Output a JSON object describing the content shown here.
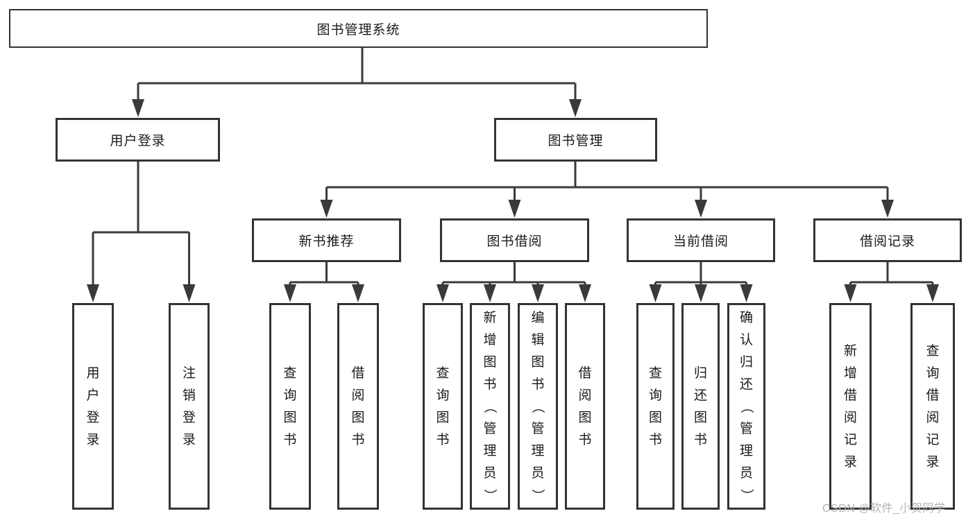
{
  "diagram": {
    "title_node": {
      "label": "图书管理系统"
    },
    "level2": {
      "user_login": {
        "label": "用户登录"
      },
      "book_management": {
        "label": "图书管理"
      }
    },
    "level3": {
      "new_book_recommend": {
        "label": "新书推荐"
      },
      "book_borrow": {
        "label": "图书借阅"
      },
      "current_borrow": {
        "label": "当前借阅"
      },
      "borrow_records": {
        "label": "借阅记录"
      }
    },
    "leaves": {
      "login": [
        "用户登录",
        "注销登录"
      ],
      "newbook": [
        "查询图书",
        "借阅图书"
      ],
      "borrow": [
        "查询图书",
        "新增图书（管理员）",
        "编辑图书（管理员）",
        "借阅图书"
      ],
      "current": [
        "查询图书",
        "归还图书",
        "确认归还（管理员）"
      ],
      "records": [
        "新增借阅记录",
        "查询借阅记录"
      ]
    }
  },
  "watermark": {
    "text": "CSDN @软件_小贺同学"
  },
  "colors": {
    "line": "#3a3a3a",
    "border": "#333333",
    "text": "#1a1a1a",
    "bg": "#ffffff",
    "watermark": "#b2b2b6"
  }
}
